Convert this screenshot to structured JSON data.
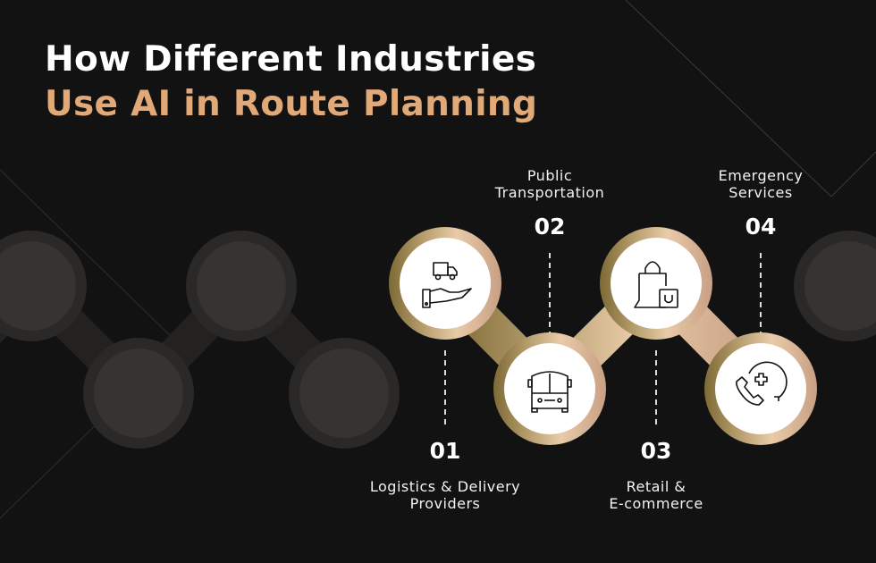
{
  "title": {
    "line1": "How Different Industries",
    "line2": "Use AI in Route Planning"
  },
  "colors": {
    "accent": "#e1a878",
    "background": "#121212",
    "gold_dark": "#8a7440",
    "gold_light": "#e6c7a4"
  },
  "steps": [
    {
      "number": "01",
      "label_line1": "Logistics & Delivery",
      "label_line2": "Providers",
      "icon": "truck-hand-icon"
    },
    {
      "number": "02",
      "label_line1": "Public",
      "label_line2": "Transportation",
      "icon": "bus-icon"
    },
    {
      "number": "03",
      "label_line1": "Retail &",
      "label_line2": "E-commerce",
      "icon": "shopping-bag-icon"
    },
    {
      "number": "04",
      "label_line1": "Emergency",
      "label_line2": "Services",
      "icon": "emergency-call-icon"
    }
  ]
}
